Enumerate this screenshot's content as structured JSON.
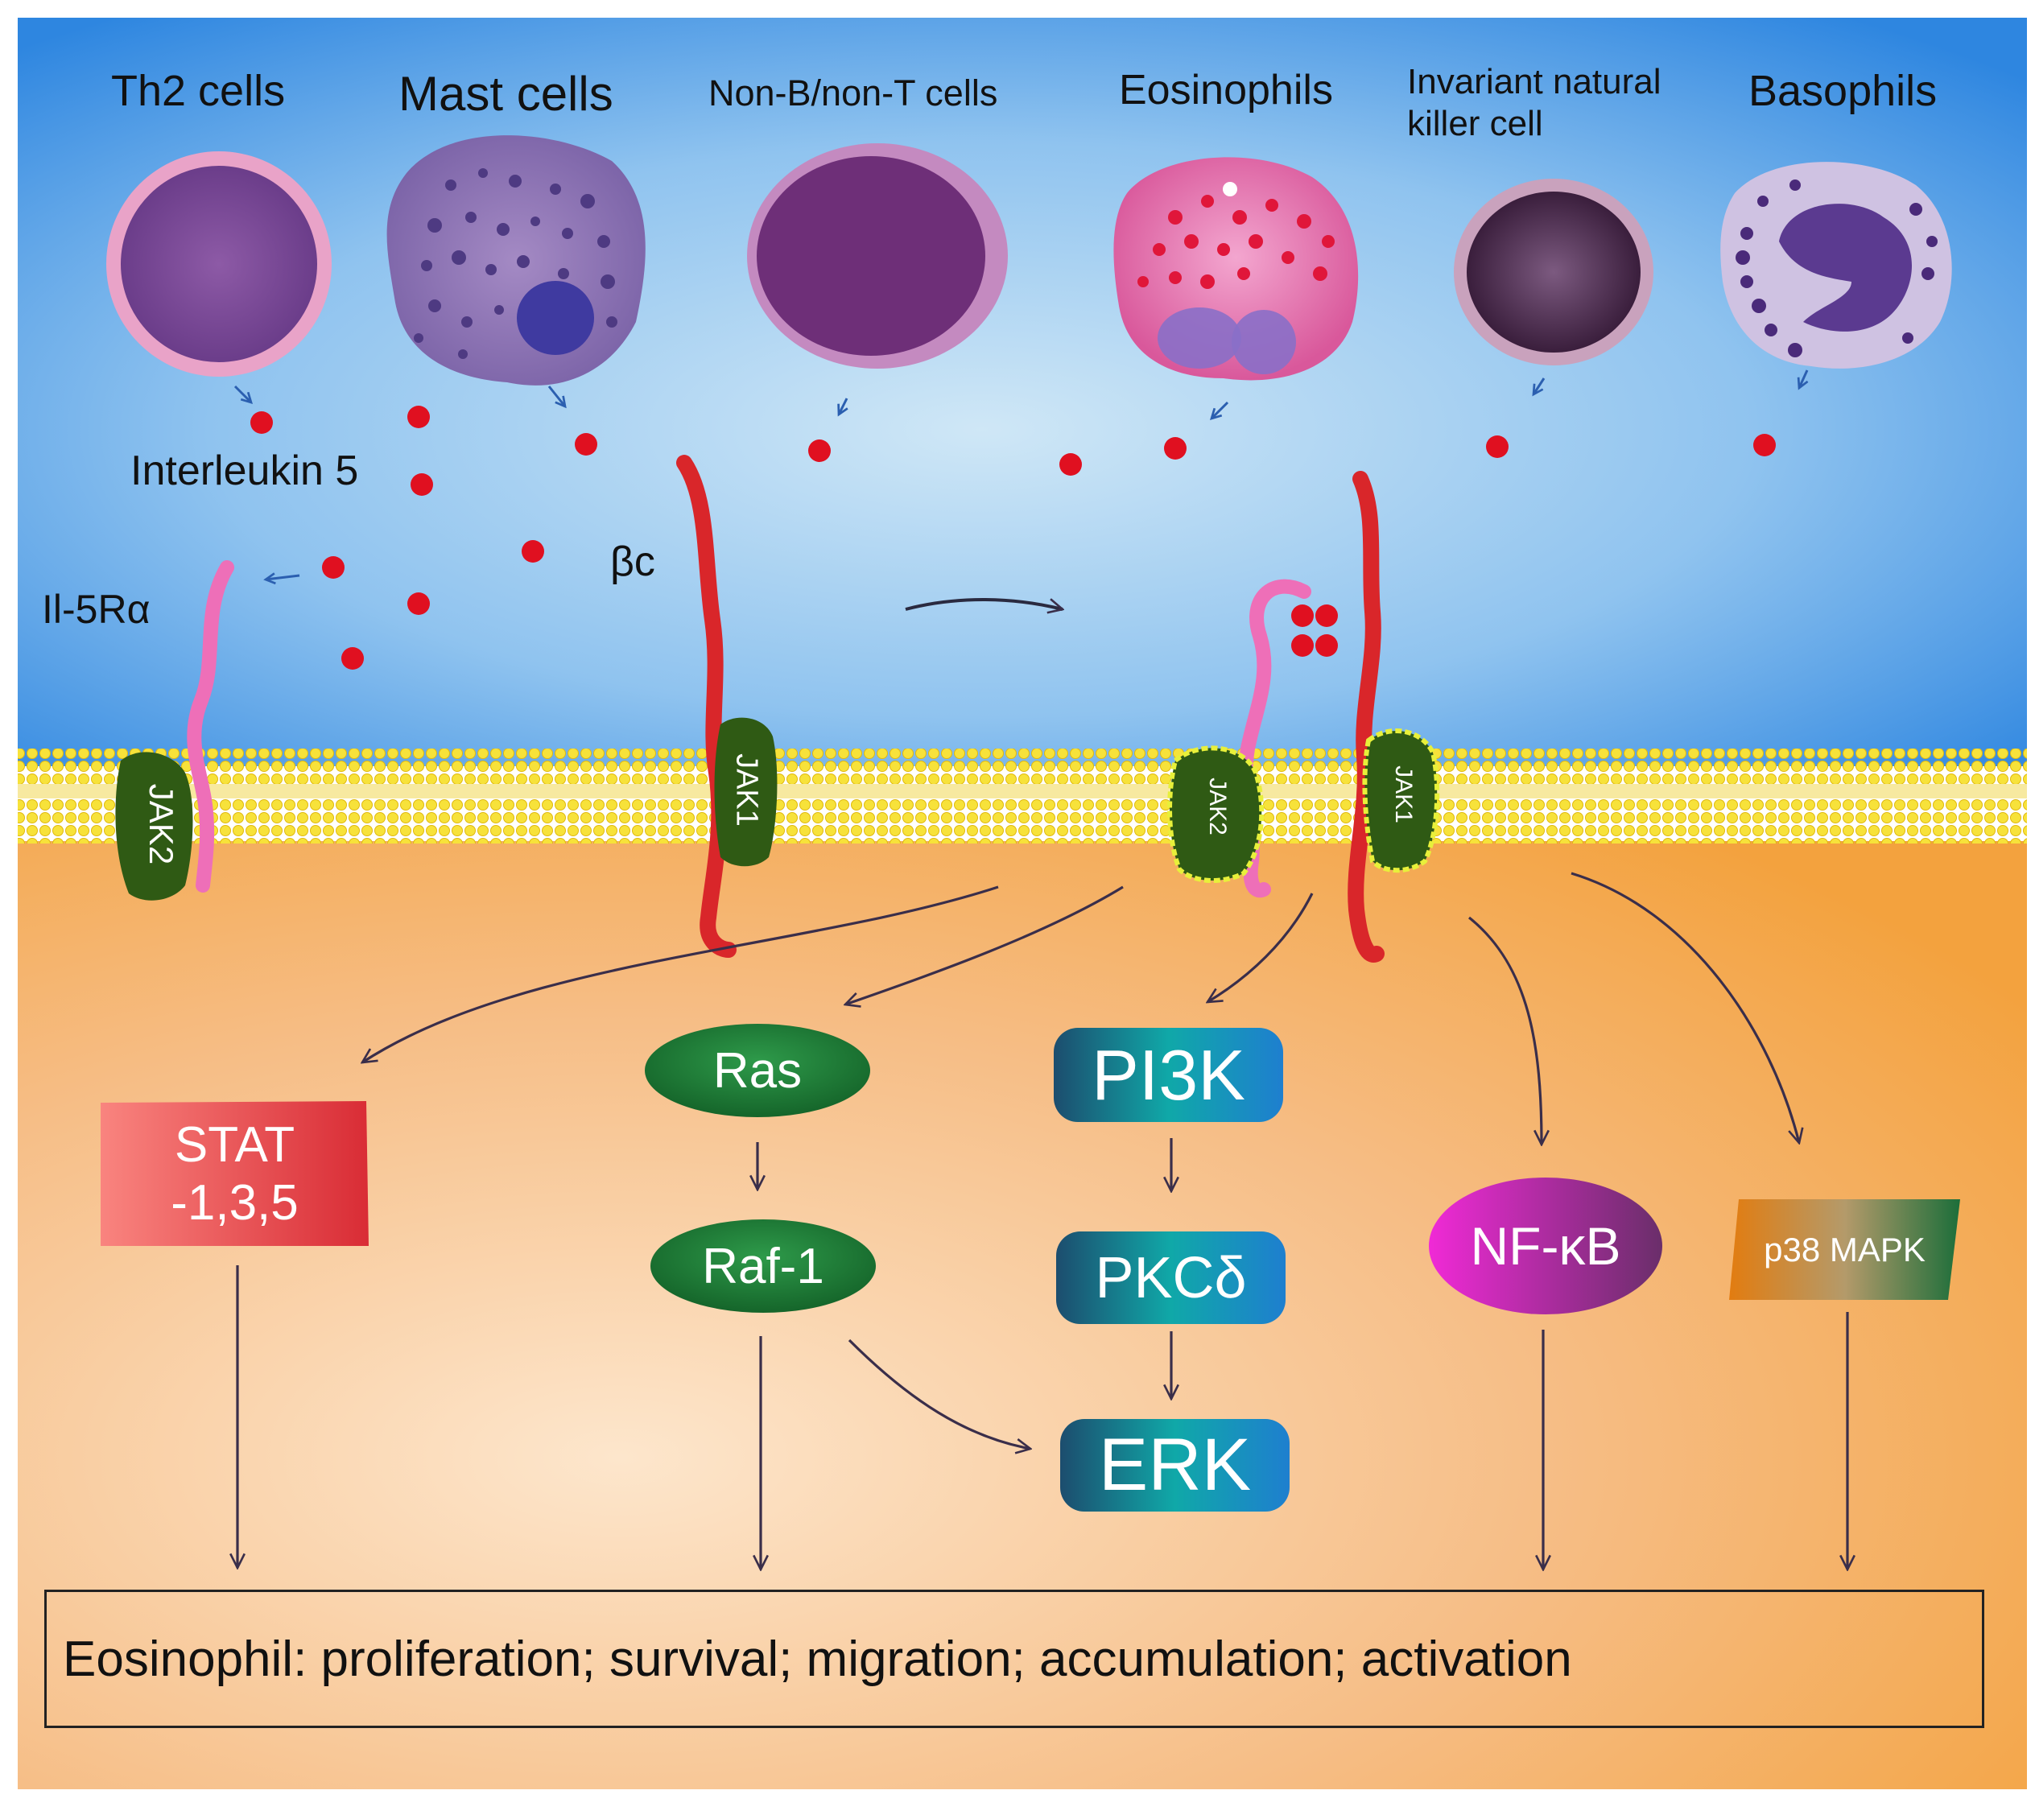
{
  "cells": [
    {
      "label": "Th2 cells"
    },
    {
      "label": "Mast cells"
    },
    {
      "label": "Non-B/non-T cells"
    },
    {
      "label": "Eosinophils"
    },
    {
      "label": "Invariant natural killer cell"
    },
    {
      "label": "Basophils"
    }
  ],
  "labels": {
    "interleukin": "Interleukin 5",
    "il5ra": "Il-5Rα",
    "beta_c": "βc",
    "jak2": "JAK2",
    "jak1": "JAK1"
  },
  "pathway": {
    "stat": "STAT\n-1,3,5",
    "ras": "Ras",
    "raf": "Raf-1",
    "pi3k": "PI3K",
    "pkc": "PKCδ",
    "erk": "ERK",
    "nfkb": "NF-κB",
    "p38": "p38 MAPK"
  },
  "outcome": "Eosinophil: proliferation; survival; migration; accumulation; activation",
  "colors": {
    "sky_top": "#4f9be6",
    "sky_center": "#bcdcf2",
    "cytoplasm": "#f2b06e",
    "membrane": "#f5d92a",
    "jak": "#2f5a14",
    "receptor_alpha": "#ee6fb8",
    "receptor_beta": "#d9262a",
    "il5": "#e01020",
    "stat": "#e8474c",
    "ras_raf": "#1d7a35",
    "pi3k_pkc_erk": "#1e6e8a",
    "nfkb": "#c629b8",
    "p38": "#2f7a3a"
  }
}
